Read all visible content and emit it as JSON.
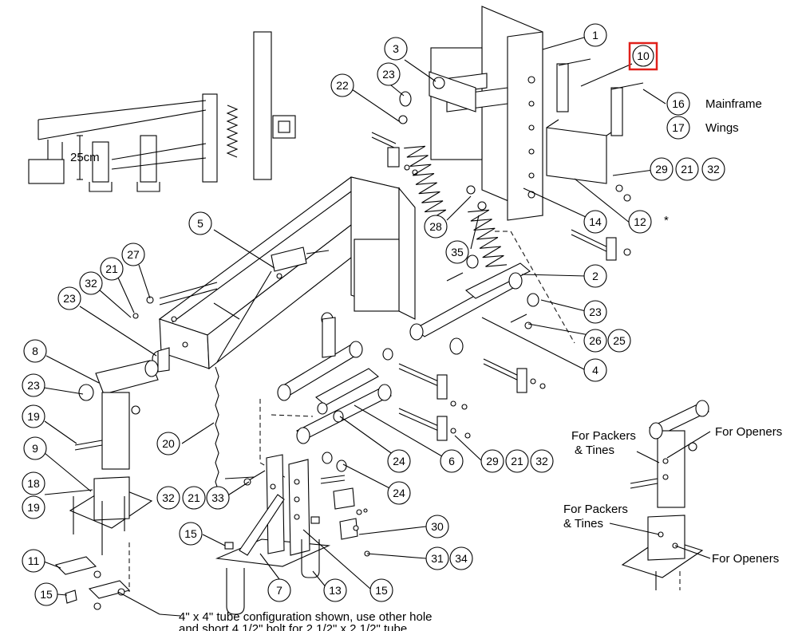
{
  "callouts": {
    "c1": "1",
    "c2": "2",
    "c3": "3",
    "c4": "4",
    "c5": "5",
    "c6": "6",
    "c7": "7",
    "c8": "8",
    "c9": "9",
    "c10": "10",
    "c11": "11",
    "c12": "12",
    "c13": "13",
    "c14": "14",
    "c15a": "15",
    "c15b": "15",
    "c15c": "15",
    "c16": "16",
    "c17": "17",
    "c18": "18",
    "c19a": "19",
    "c19b": "19",
    "c20": "20",
    "c21a": "21",
    "c21b": "21",
    "c21c": "21",
    "c21d": "21",
    "c22": "22",
    "c23a": "23",
    "c23b": "23",
    "c23c": "23",
    "c23d": "23",
    "c24a": "24",
    "c24b": "24",
    "c25": "25",
    "c26": "26",
    "c27": "27",
    "c28": "28",
    "c29a": "29",
    "c29b": "29",
    "c30": "30",
    "c31": "31",
    "c32a": "32",
    "c32b": "32",
    "c32c": "32",
    "c32d": "32",
    "c33": "33",
    "c34": "34",
    "c35": "35"
  },
  "labels": {
    "mainframe": "Mainframe",
    "wings": "Wings",
    "dimension": "25cm",
    "asterisk": "*",
    "packers_tines_top_1": "For Packers",
    "packers_tines_top_2": "& Tines",
    "openers_top": "For Openers",
    "packers_tines_bottom_1": "For Packers",
    "packers_tines_bottom_2": "& Tines",
    "openers_bottom": "For Openers",
    "note_line_1": "4\" x 4\" tube configuration shown, use other hole",
    "note_line_2": "and short 4 1/2\" bolt for 2 1/2\" x 2 1/2\" tube"
  },
  "highlight": {
    "callout": "10",
    "color": "#e0201b"
  }
}
